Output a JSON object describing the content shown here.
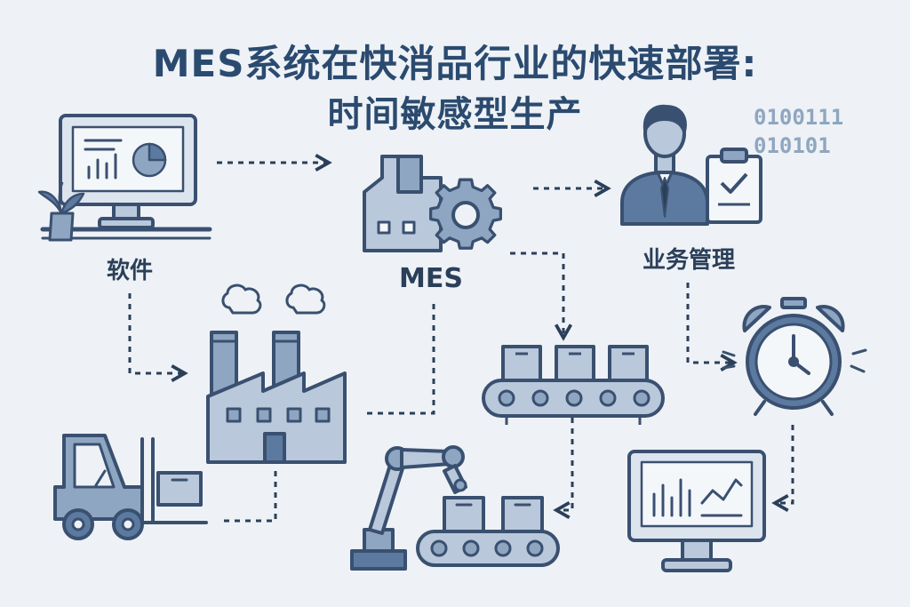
{
  "title": {
    "line1": "MES系统在快消品行业的快速部署:",
    "line2": "时间敏感型生产"
  },
  "nodes": {
    "software_label": "软件",
    "mes_label": "MES",
    "business_label": "业务管理"
  },
  "binary": {
    "line1": "0100111",
    "line2": "010101"
  },
  "colors": {
    "title": "#2b4a6f",
    "stroke": "#3a5070",
    "fill_light": "#b9c8da",
    "fill_mid": "#8ea6c2",
    "fill_dark": "#5c7aa0",
    "background": "#eef2f6"
  }
}
